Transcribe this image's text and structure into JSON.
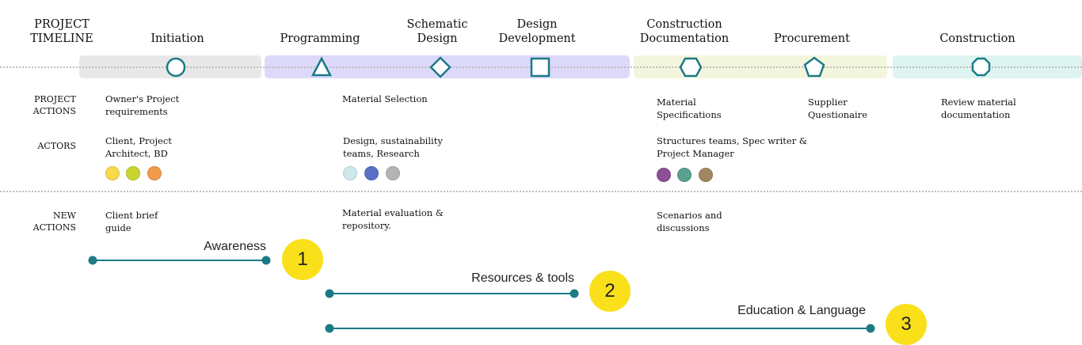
{
  "timeline": {
    "title": "PROJECT\nTIMELINE",
    "stages": [
      "Initiation",
      "Programming",
      "Schematic\nDesign",
      "Design\nDevelopment",
      "Construction\nDocumentation",
      "Procurement",
      "Construction"
    ],
    "bands": [
      {
        "name": "initiation",
        "color": "#e8e8e8"
      },
      {
        "name": "design",
        "color": "#dcd9fb"
      },
      {
        "name": "documentation",
        "color": "#f3f6dd"
      },
      {
        "name": "construction",
        "color": "#ddf4f0"
      }
    ],
    "marker_color": "#1b7a86",
    "icons": [
      "circle-icon",
      "triangle-icon",
      "diamond-icon",
      "square-icon",
      "hexagon-icon",
      "pentagon-icon",
      "octagon-icon"
    ]
  },
  "rows": {
    "project_actions_label": "PROJECT\nACTIONS",
    "actors_label": "ACTORS",
    "new_actions_label": "NEW\nACTIONS"
  },
  "project_actions": [
    "Owner's Project\nrequirements",
    "Material Selection",
    "Material\nSpecifications",
    "Supplier\nQuestionaire",
    "Review material\ndocumentation"
  ],
  "actors": [
    {
      "text": "Client, Project\nArchitect, BD",
      "colors": [
        "#f7d94c",
        "#c9d42f",
        "#f39a4c"
      ]
    },
    {
      "text": "Design, sustainability\nteams, Research",
      "colors": [
        "#cde9ec",
        "#5970c4",
        "#b4b4b4"
      ]
    },
    {
      "text": "Structures teams, Spec writer &\nProject Manager",
      "colors": [
        "#8d4f96",
        "#5aa08e",
        "#a08760"
      ]
    }
  ],
  "new_actions": [
    "Client brief\nguide",
    "Material evaluation &\nrepository.",
    "Scenarios and\ndiscussions"
  ],
  "phases": [
    {
      "label": "Awareness",
      "number": "1"
    },
    {
      "label": "Resources & tools",
      "number": "2"
    },
    {
      "label": "Education & Language",
      "number": "3"
    }
  ],
  "colors": {
    "badge": "#f9e01b",
    "line": "#1b7a86"
  }
}
